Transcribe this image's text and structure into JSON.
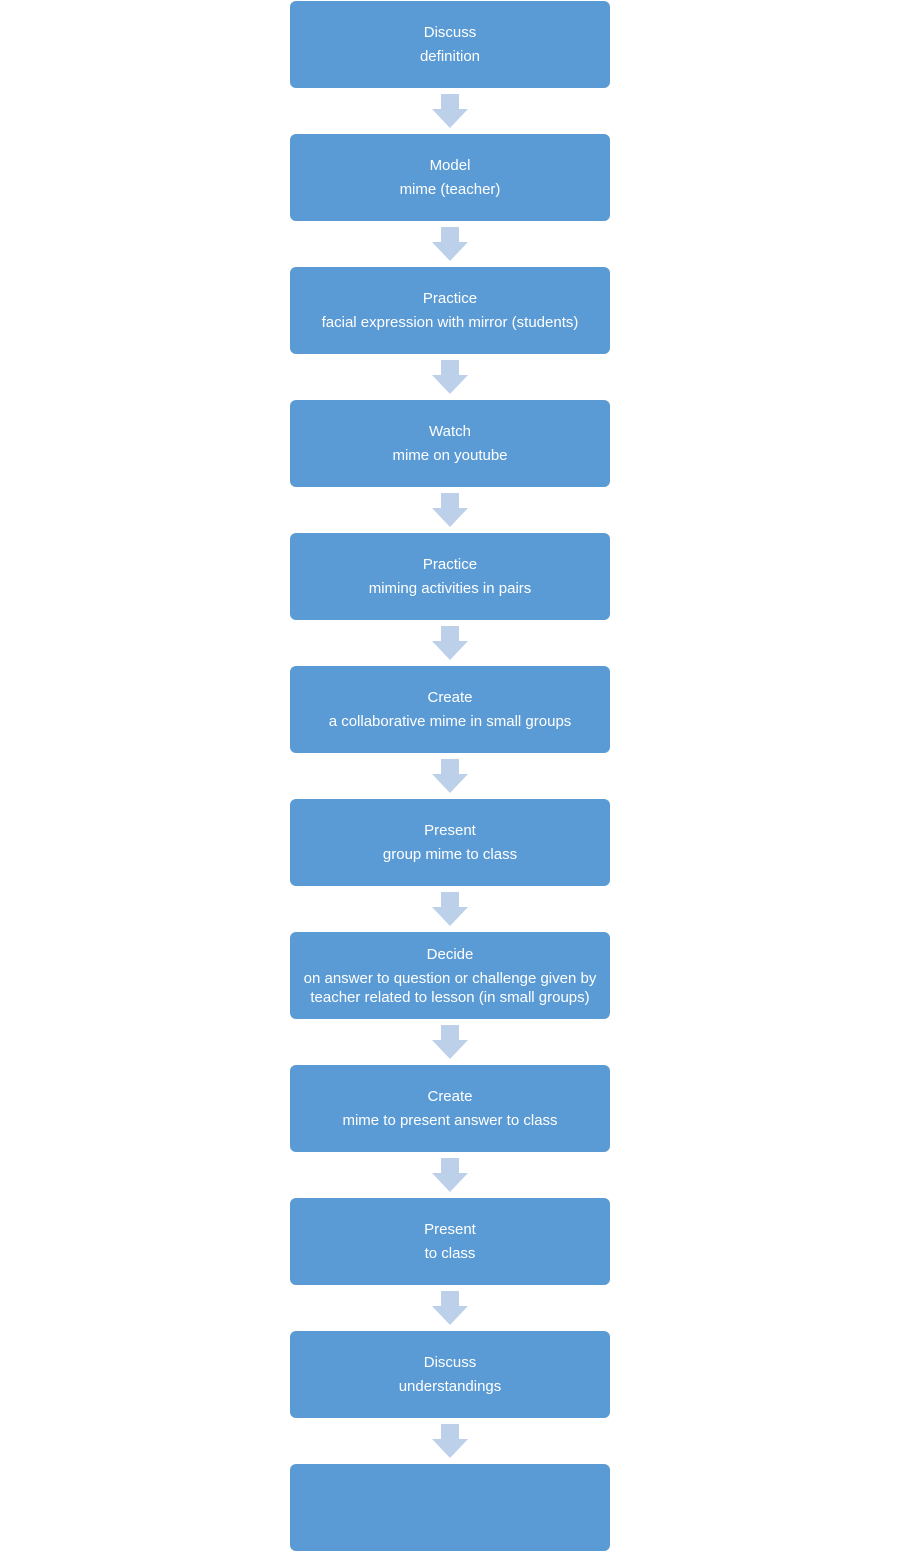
{
  "steps": [
    {
      "heading": "Discuss",
      "detail": "definition"
    },
    {
      "heading": "Model",
      "detail": "mime (teacher)"
    },
    {
      "heading": "Practice",
      "detail": "facial expression with mirror (students)"
    },
    {
      "heading": "Watch",
      "detail": "mime on youtube"
    },
    {
      "heading": "Practice",
      "detail": "miming activities in pairs"
    },
    {
      "heading": "Create",
      "detail": "a collaborative mime in small groups"
    },
    {
      "heading": "Present",
      "detail": "group mime to class"
    },
    {
      "heading": "Decide",
      "detail": "on answer to question or challenge  given by teacher related to lesson (in small groups)"
    },
    {
      "heading": "Create",
      "detail": "mime to present answer to class"
    },
    {
      "heading": "Present",
      "detail": "to class"
    },
    {
      "heading": "Discuss",
      "detail": "understandings"
    },
    {
      "heading": "",
      "detail": ""
    }
  ],
  "colors": {
    "box_fill": "#5b9bd5",
    "box_text": "#ffffff",
    "arrow_fill": "#bdd0ea"
  }
}
